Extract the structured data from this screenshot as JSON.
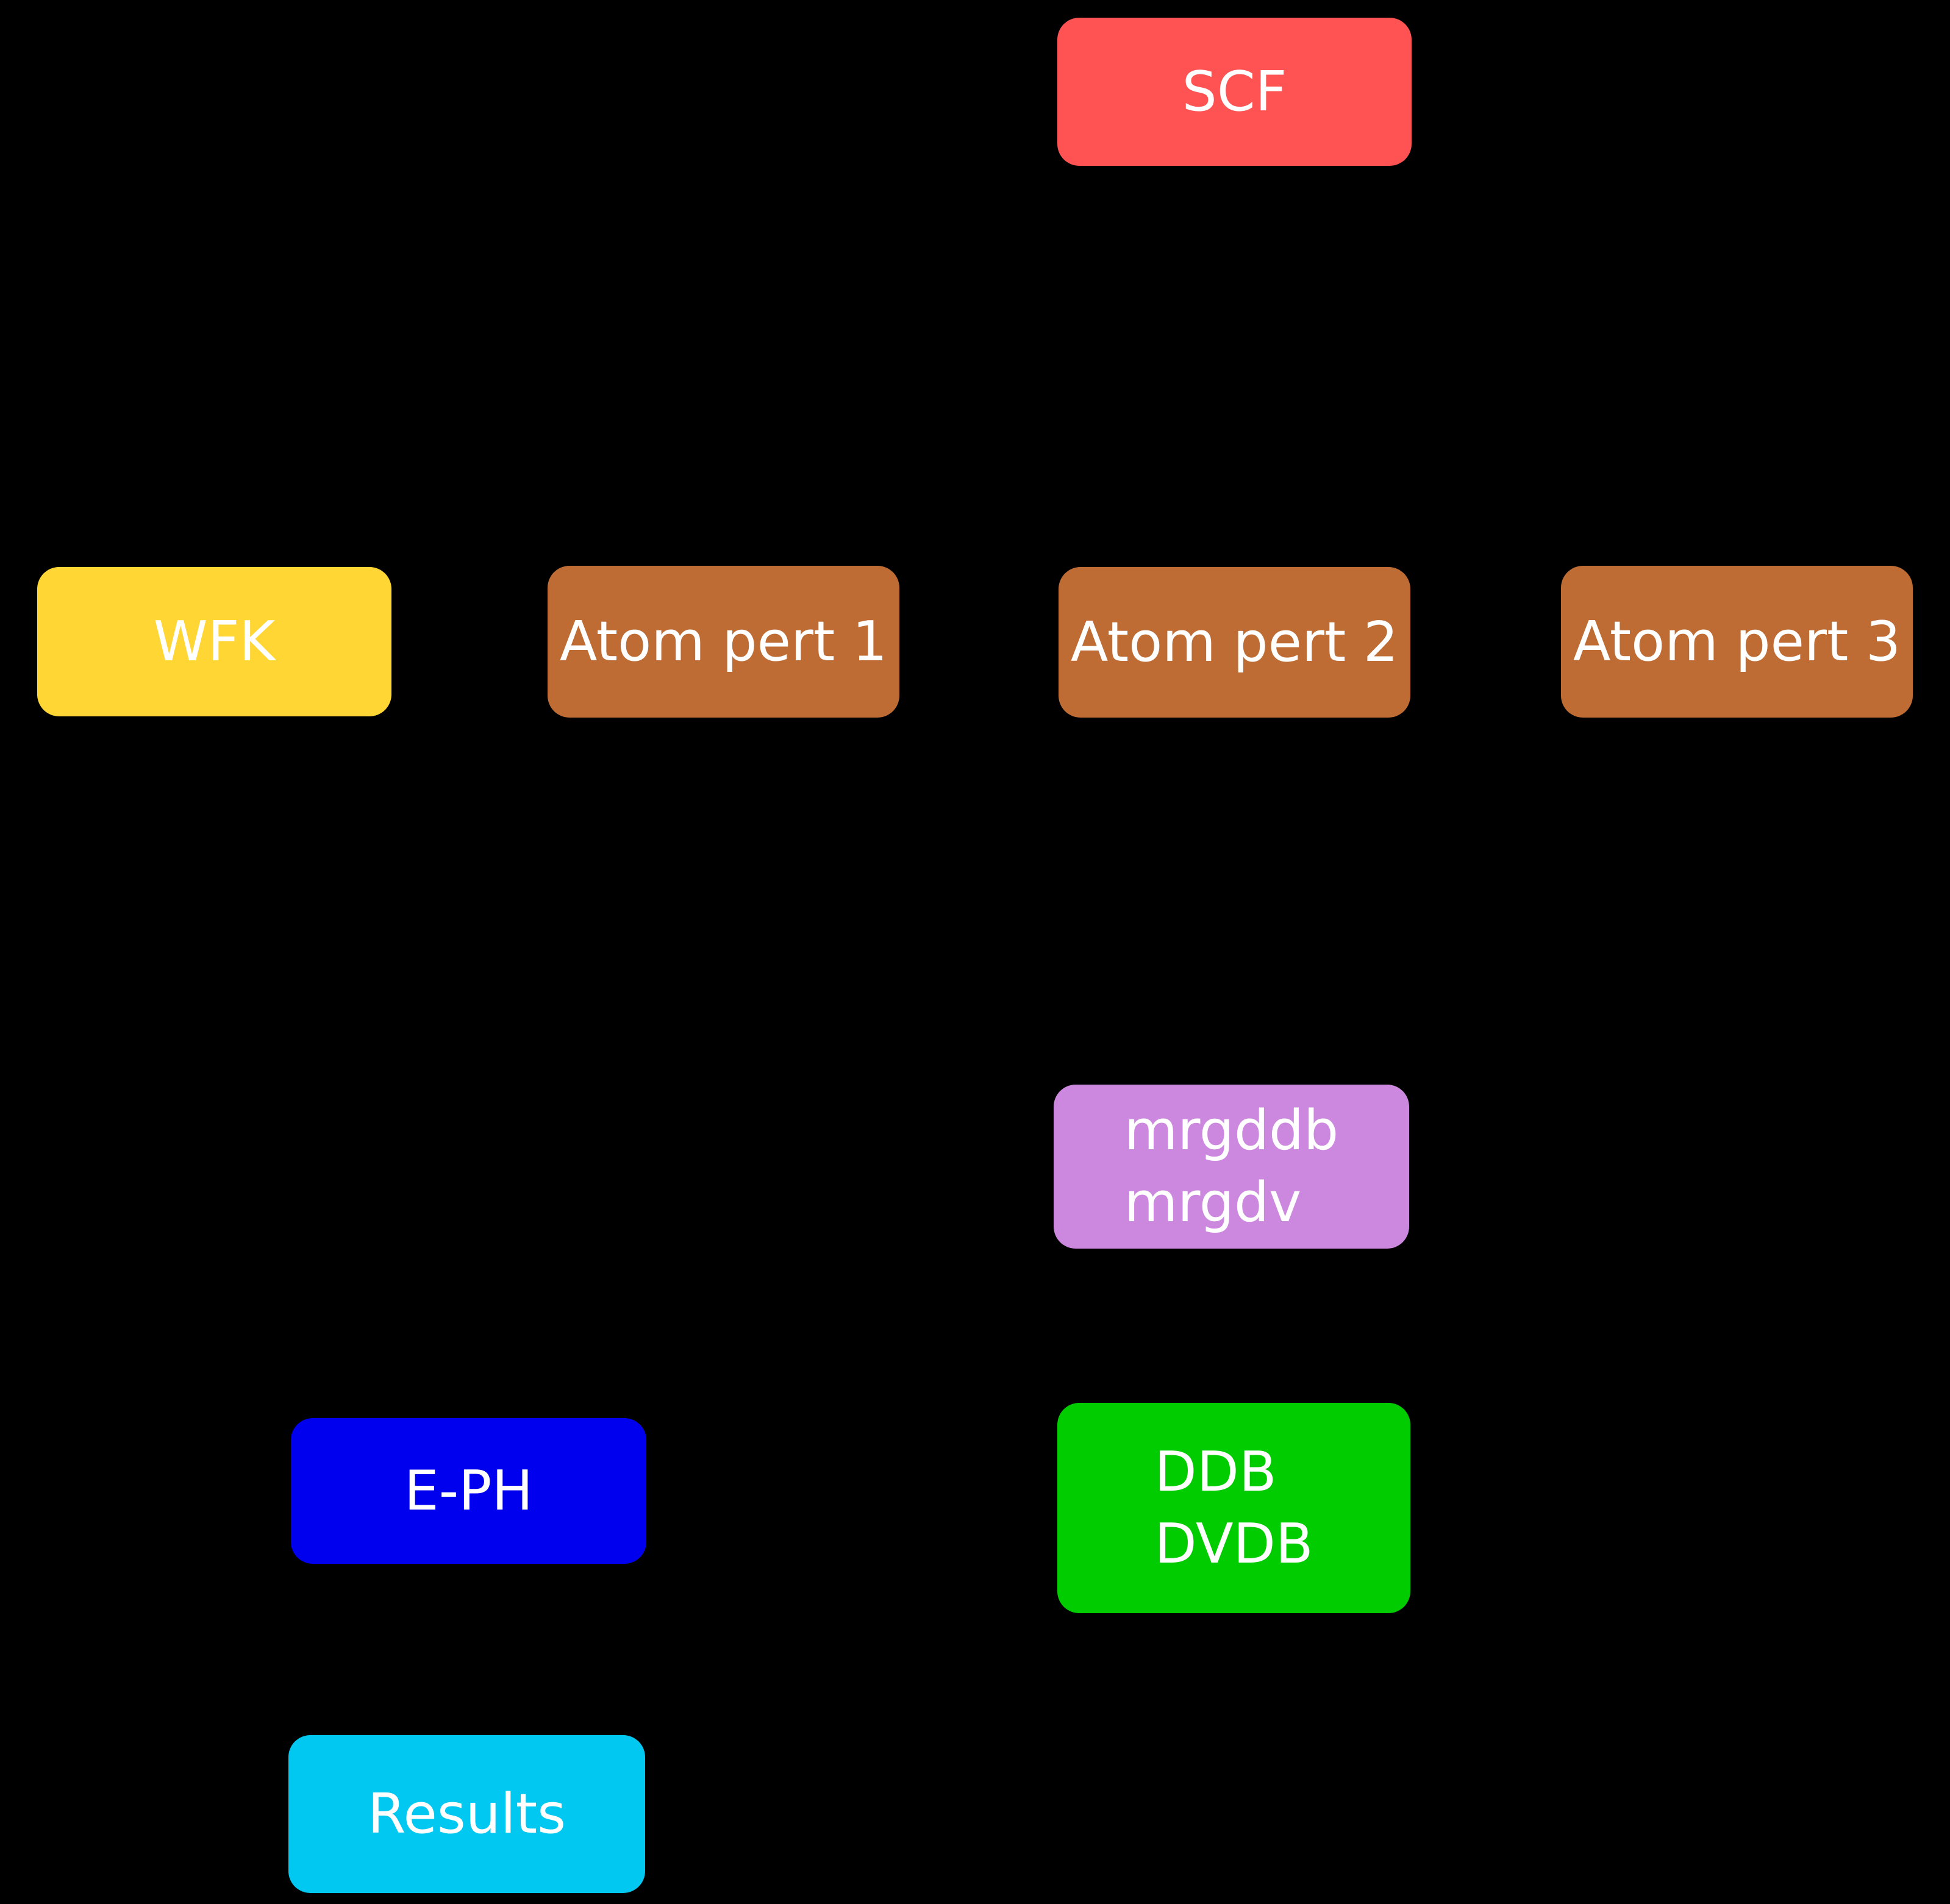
{
  "diagram": {
    "background_color": "#000000",
    "text_color": "#ffffff",
    "nodes": {
      "scf": {
        "label": "SCF",
        "color": "#FF5252"
      },
      "wfk": {
        "label": "WFK",
        "color": "#FFD633"
      },
      "atom_pert_1": {
        "label": "Atom pert 1",
        "color": "#BE6C33"
      },
      "atom_pert_2": {
        "label": "Atom pert 2",
        "color": "#BE6C33"
      },
      "atom_pert_3": {
        "label": "Atom pert 3",
        "color": "#BE6C33"
      },
      "merge": {
        "line1": "mrgddb",
        "line2": "mrgdv",
        "color": "#CC88DE"
      },
      "ddb_dvdb": {
        "line1": "DDB",
        "line2": "DVDB",
        "color": "#00CC00"
      },
      "eph": {
        "label": "E-PH",
        "color": "#0000EE"
      },
      "results": {
        "label": "Results",
        "color": "#00C8F0"
      }
    }
  }
}
